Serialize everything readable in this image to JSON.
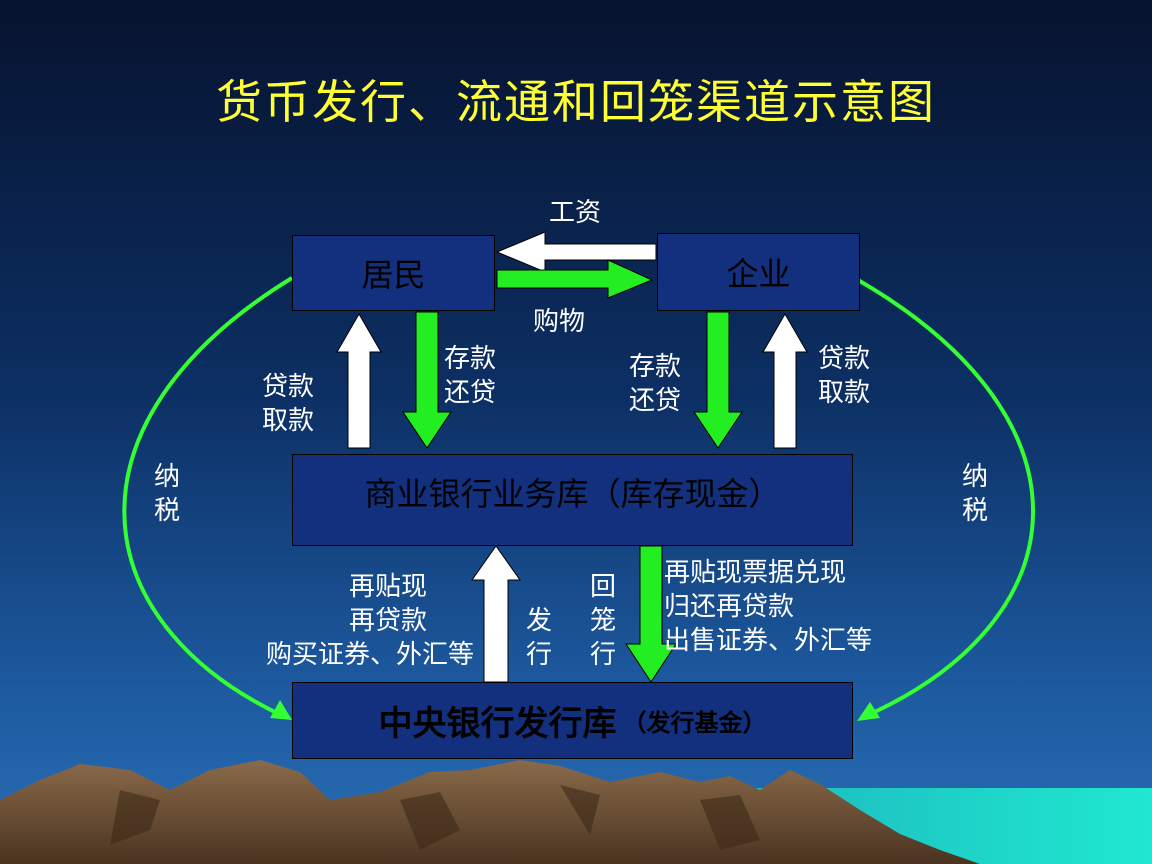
{
  "title": "货币发行、流通和回笼渠道示意图",
  "colors": {
    "title": "#ffff33",
    "box_fill": "#12307d",
    "box_text": "#000000",
    "label_text": "#ffffff",
    "arrow_green": "#22ee22",
    "arrow_white": "#ffffff",
    "curve_green": "#33ff33"
  },
  "nodes": {
    "residents": "居民",
    "enterprise": "企业",
    "commercial_bank": "商业银行业务库（库存现金）",
    "central_bank": "中央银行发行库",
    "central_bank_note": "（发行基金）"
  },
  "edges": {
    "wages": "工资",
    "shopping": "购物",
    "left_down": [
      "存款",
      "还贷"
    ],
    "left_up": [
      "贷款",
      "取款"
    ],
    "right_down": [
      "存款",
      "还贷"
    ],
    "right_up": [
      "贷款",
      "取款"
    ],
    "tax_left": [
      "纳",
      "税"
    ],
    "tax_right": [
      "纳",
      "税"
    ],
    "issue_methods": [
      "再贴现",
      "再贷款",
      "购买证券、外汇等"
    ],
    "issue": [
      "发",
      "行"
    ],
    "withdraw": [
      "回",
      "笼",
      "行"
    ],
    "withdraw_methods": [
      "再贴现票据兑现",
      "归还再贷款",
      "出售证券、外汇等"
    ]
  }
}
